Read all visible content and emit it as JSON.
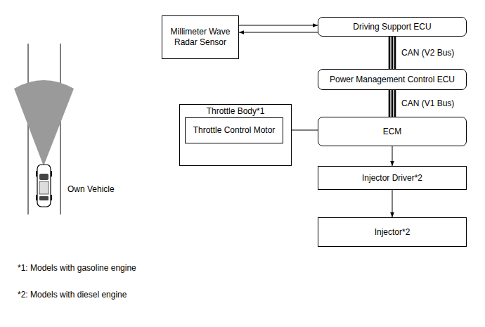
{
  "diagram": {
    "nodes": [
      {
        "text": [
          "Millimeter Wave Radar Sensor"
        ]
      },
      {
        "text": [
          "Driving Support ECU"
        ]
      },
      {
        "text": [
          "Power Management Control ECU"
        ]
      },
      {
        "text": [
          "Throttle Body*1"
        ]
      },
      {
        "text": [
          "Throttle Control Motor"
        ],
        "in": 3
      },
      {
        "text": [
          "ECM"
        ]
      },
      {
        "text": [
          "Injector Driver*2"
        ]
      },
      {
        "text": [
          "Injector*2"
        ]
      }
    ],
    "edges": [
      {
        "from": 0,
        "to": 1,
        "arrow": "to"
      },
      {
        "from": 1,
        "to": 0,
        "arrow": "to"
      },
      {
        "from": 1,
        "to": 2,
        "label": "CAN (V2 Bus)",
        "arrow": "none"
      },
      {
        "from": 2,
        "to": 5,
        "label": "CAN (V1 Bus)",
        "arrow": "none"
      },
      {
        "from": 5,
        "to": 4,
        "arrow": "to"
      },
      {
        "from": 5,
        "to": 6,
        "arrow": "to"
      },
      {
        "from": 6,
        "to": 7,
        "arrow": "to"
      }
    ],
    "labels": [
      "Own Vehicle",
      "*1: Models with gasoline engine",
      "*2: Models with diesel engine"
    ]
  }
}
